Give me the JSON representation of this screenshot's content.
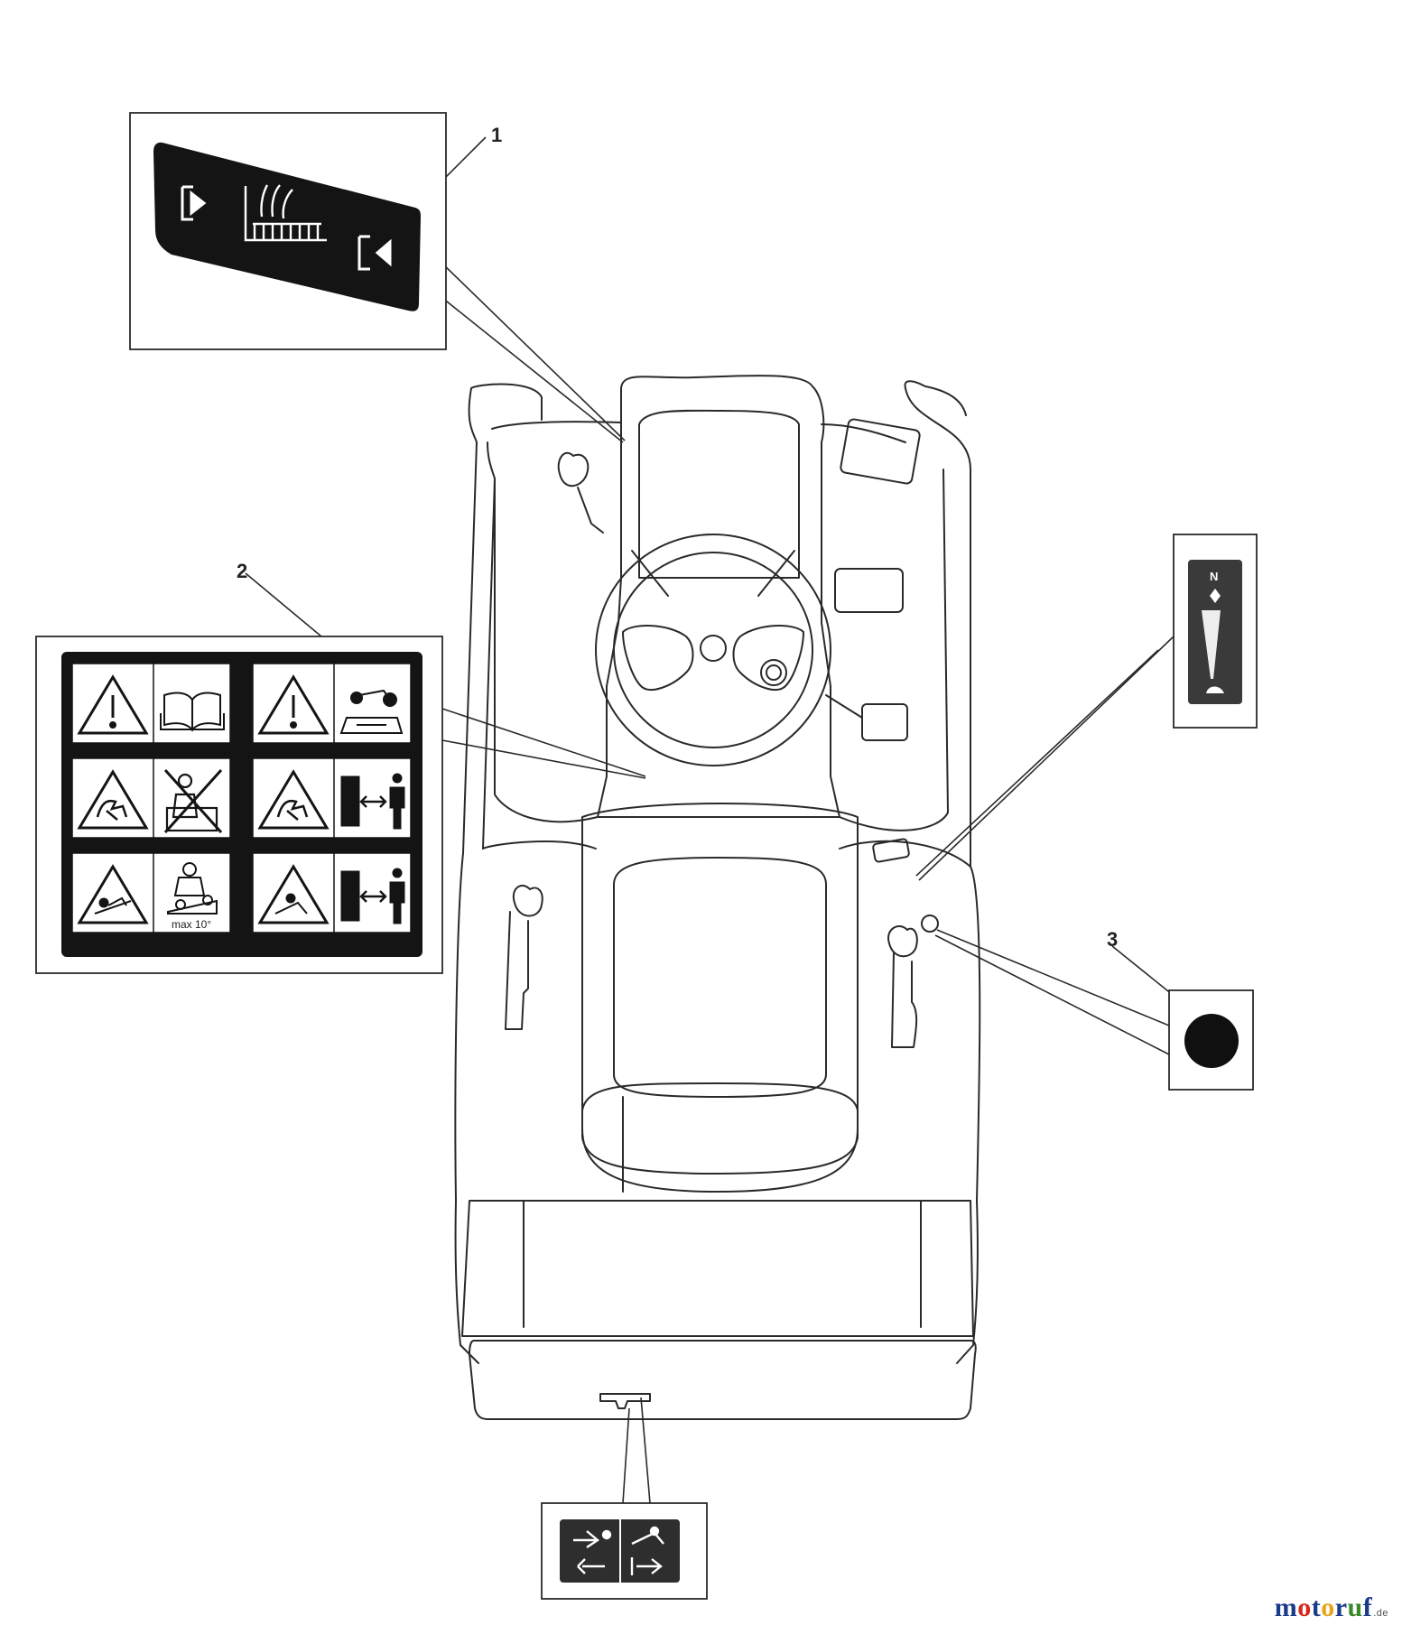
{
  "callouts": [
    {
      "id": "1",
      "label": "1"
    },
    {
      "id": "2",
      "label": "2"
    },
    {
      "id": "3",
      "label": "3"
    }
  ],
  "decal_2": {
    "icons": [
      "warning-icon",
      "manual-icon",
      "mower-icon",
      "rotating-blade-icon",
      "no-passenger-icon",
      "keep-distance-icon",
      "slope-icon",
      "max-slope-icon"
    ],
    "slope_text": "max 10°"
  },
  "decal_throttle": {
    "top_letter": "N"
  },
  "brand": {
    "parts": [
      {
        "text": "m",
        "color": "#1a3a8a"
      },
      {
        "text": "o",
        "color": "#d9261c"
      },
      {
        "text": "t",
        "color": "#1a3a8a"
      },
      {
        "text": "o",
        "color": "#e8a317"
      },
      {
        "text": "r",
        "color": "#1a3a8a"
      },
      {
        "text": "u",
        "color": "#3a8a2a"
      },
      {
        "text": "f",
        "color": "#1a3a8a"
      }
    ],
    "suffix": ".de"
  }
}
